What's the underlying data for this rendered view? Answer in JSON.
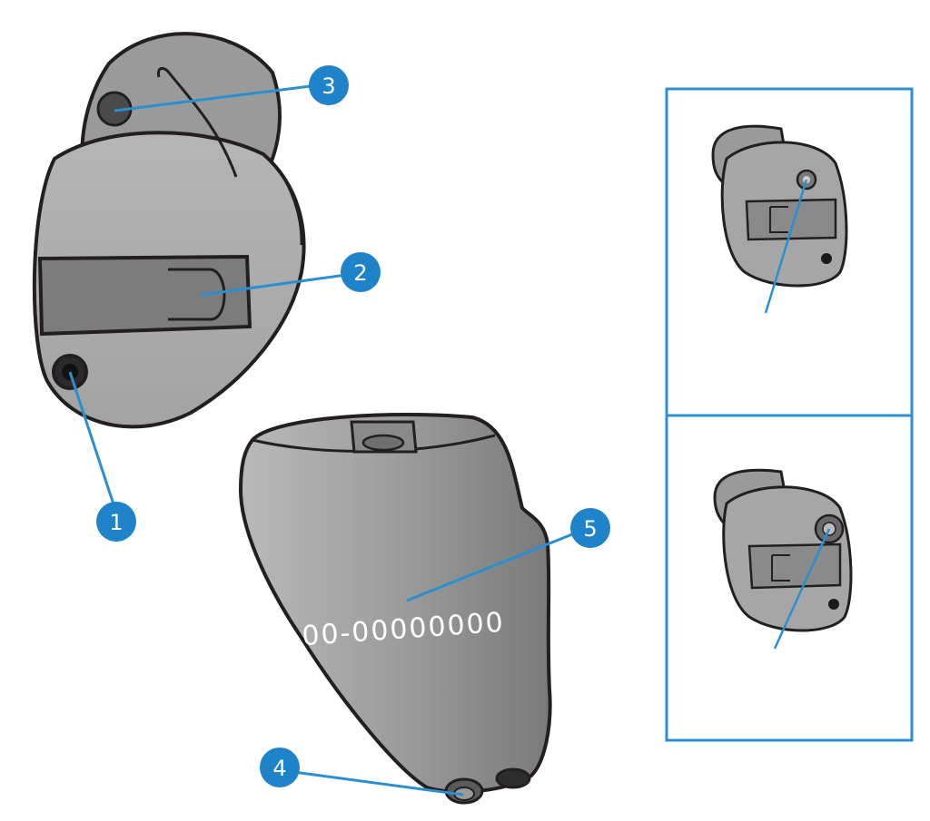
{
  "diagram": {
    "serial_number": "00-00000000",
    "callouts": [
      {
        "number": "1",
        "part": "lower-button"
      },
      {
        "number": "2",
        "part": "removal-handle"
      },
      {
        "number": "3",
        "part": "upper-button"
      },
      {
        "number": "4",
        "part": "receiver-outlet"
      },
      {
        "number": "5",
        "part": "serial-number"
      }
    ],
    "colors": {
      "callout_blue": "#1e83c8",
      "leader_line": "#2a8fd0",
      "shell_gray": "#a8a8a8",
      "outline": "#231f20",
      "panel_border": "#2b8fd1"
    }
  }
}
